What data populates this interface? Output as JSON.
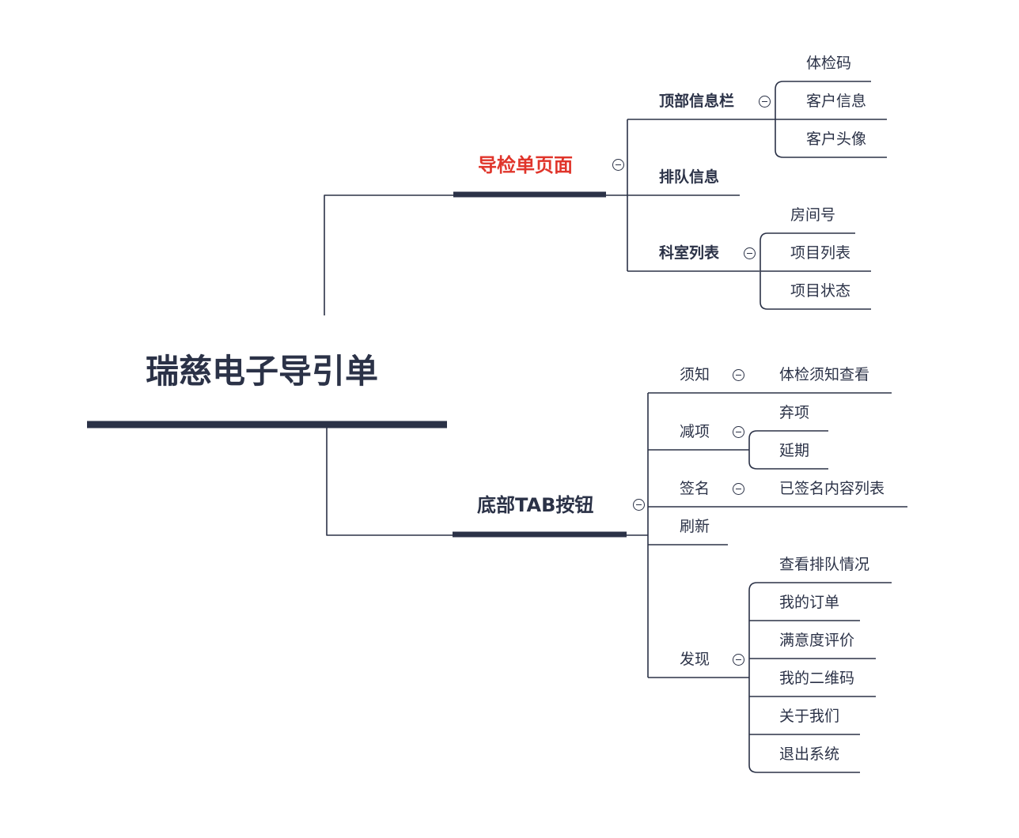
{
  "root": {
    "title": "瑞慈电子导引单"
  },
  "branches": [
    {
      "label": "导检单页面",
      "accent": "#e0352b",
      "children": [
        {
          "label": "顶部信息栏",
          "children": [
            "体检码",
            "客户信息",
            "客户头像"
          ]
        },
        {
          "label": "排队信息",
          "children": []
        },
        {
          "label": "科室列表",
          "children": [
            "房间号",
            "项目列表",
            "项目状态"
          ]
        }
      ]
    },
    {
      "label": "底部TAB按钮",
      "children": [
        {
          "label": "须知",
          "children": [
            "体检须知查看"
          ]
        },
        {
          "label": "减项",
          "children": [
            "弃项",
            "延期"
          ]
        },
        {
          "label": "签名",
          "children": [
            "已签名内容列表"
          ]
        },
        {
          "label": "刷新",
          "children": []
        },
        {
          "label": "发现",
          "children": [
            "查看排队情况",
            "我的订单",
            "满意度评价",
            "我的二维码",
            "关于我们",
            "退出系统"
          ]
        }
      ]
    }
  ],
  "colors": {
    "line": "#2b3247",
    "text": "#2b3247",
    "accent": "#e0352b"
  },
  "icons": {
    "collapse": "minus-circle-icon"
  }
}
